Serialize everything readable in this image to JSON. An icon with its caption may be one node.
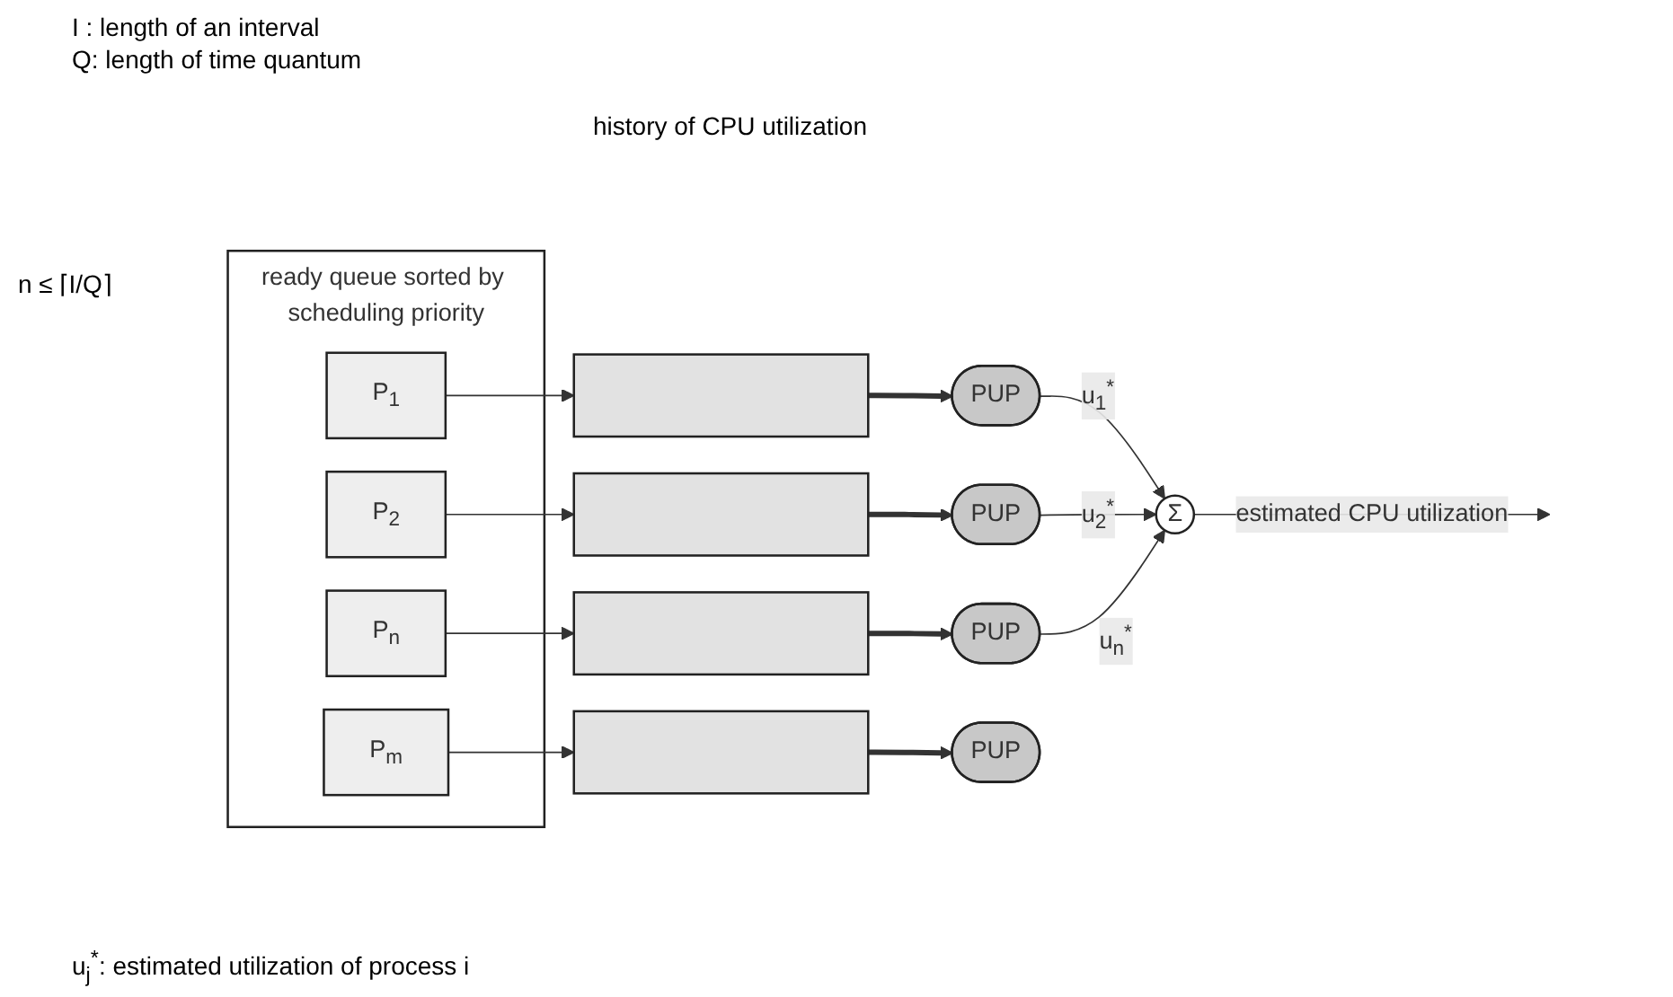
{
  "diagram": {
    "nodes": [
      {
        "text": [
          "ready queue sorted by scheduling priority"
        ]
      },
      {
        "text": [
          "P$_{1}$"
        ],
        "in": 0
      },
      {
        "text": [
          "P$_{2}$"
        ],
        "in": 0
      },
      {
        "text": [
          "P$_{n}$"
        ],
        "in": 0
      },
      {
        "text": [
          "P$_{m}$"
        ],
        "in": 0
      },
      {
        "text": [],
        "shape": "bar"
      },
      {
        "text": [],
        "shape": "bar"
      },
      {
        "text": [],
        "shape": "bar"
      },
      {
        "text": [],
        "shape": "bar"
      },
      {
        "text": [
          "PUP"
        ]
      },
      {
        "text": [
          "PUP"
        ]
      },
      {
        "text": [
          "PUP"
        ]
      },
      {
        "text": [
          "PUP"
        ]
      },
      {
        "text": [
          "Σ"
        ]
      }
    ],
    "edges": [
      {
        "from": 1,
        "to": 5,
        "arrow": "to"
      },
      {
        "from": 2,
        "to": 6,
        "arrow": "to"
      },
      {
        "from": 3,
        "to": 7,
        "arrow": "to"
      },
      {
        "from": 4,
        "to": 8,
        "arrow": "to"
      },
      {
        "from": 5,
        "to": 9,
        "arrow": "to",
        "style": "thick"
      },
      {
        "from": 6,
        "to": 10,
        "arrow": "to",
        "style": "thick"
      },
      {
        "from": 7,
        "to": 11,
        "arrow": "to",
        "style": "thick"
      },
      {
        "from": 8,
        "to": 12,
        "arrow": "to",
        "style": "thick"
      },
      {
        "from": 9,
        "to": 13,
        "arrow": "to",
        "label": "u$_{1}$$^{*}$"
      },
      {
        "from": 10,
        "to": 13,
        "arrow": "to",
        "label": "u$_{2}$$^{*}$"
      },
      {
        "from": 11,
        "to": 13,
        "arrow": "to",
        "label": "u$_{n}$$^{*}$"
      },
      {
        "from": 13,
        "to": null,
        "arrow": "to",
        "label": "estimated CPU utilization"
      }
    ],
    "labels": [
      "I : length of an interval",
      "Q: length of time quantum",
      "n ≤ ⌈I/Q⌉",
      "history of CPU utilization",
      "u$_{j}$$^{*}$: estimated utilization of process i"
    ]
  }
}
